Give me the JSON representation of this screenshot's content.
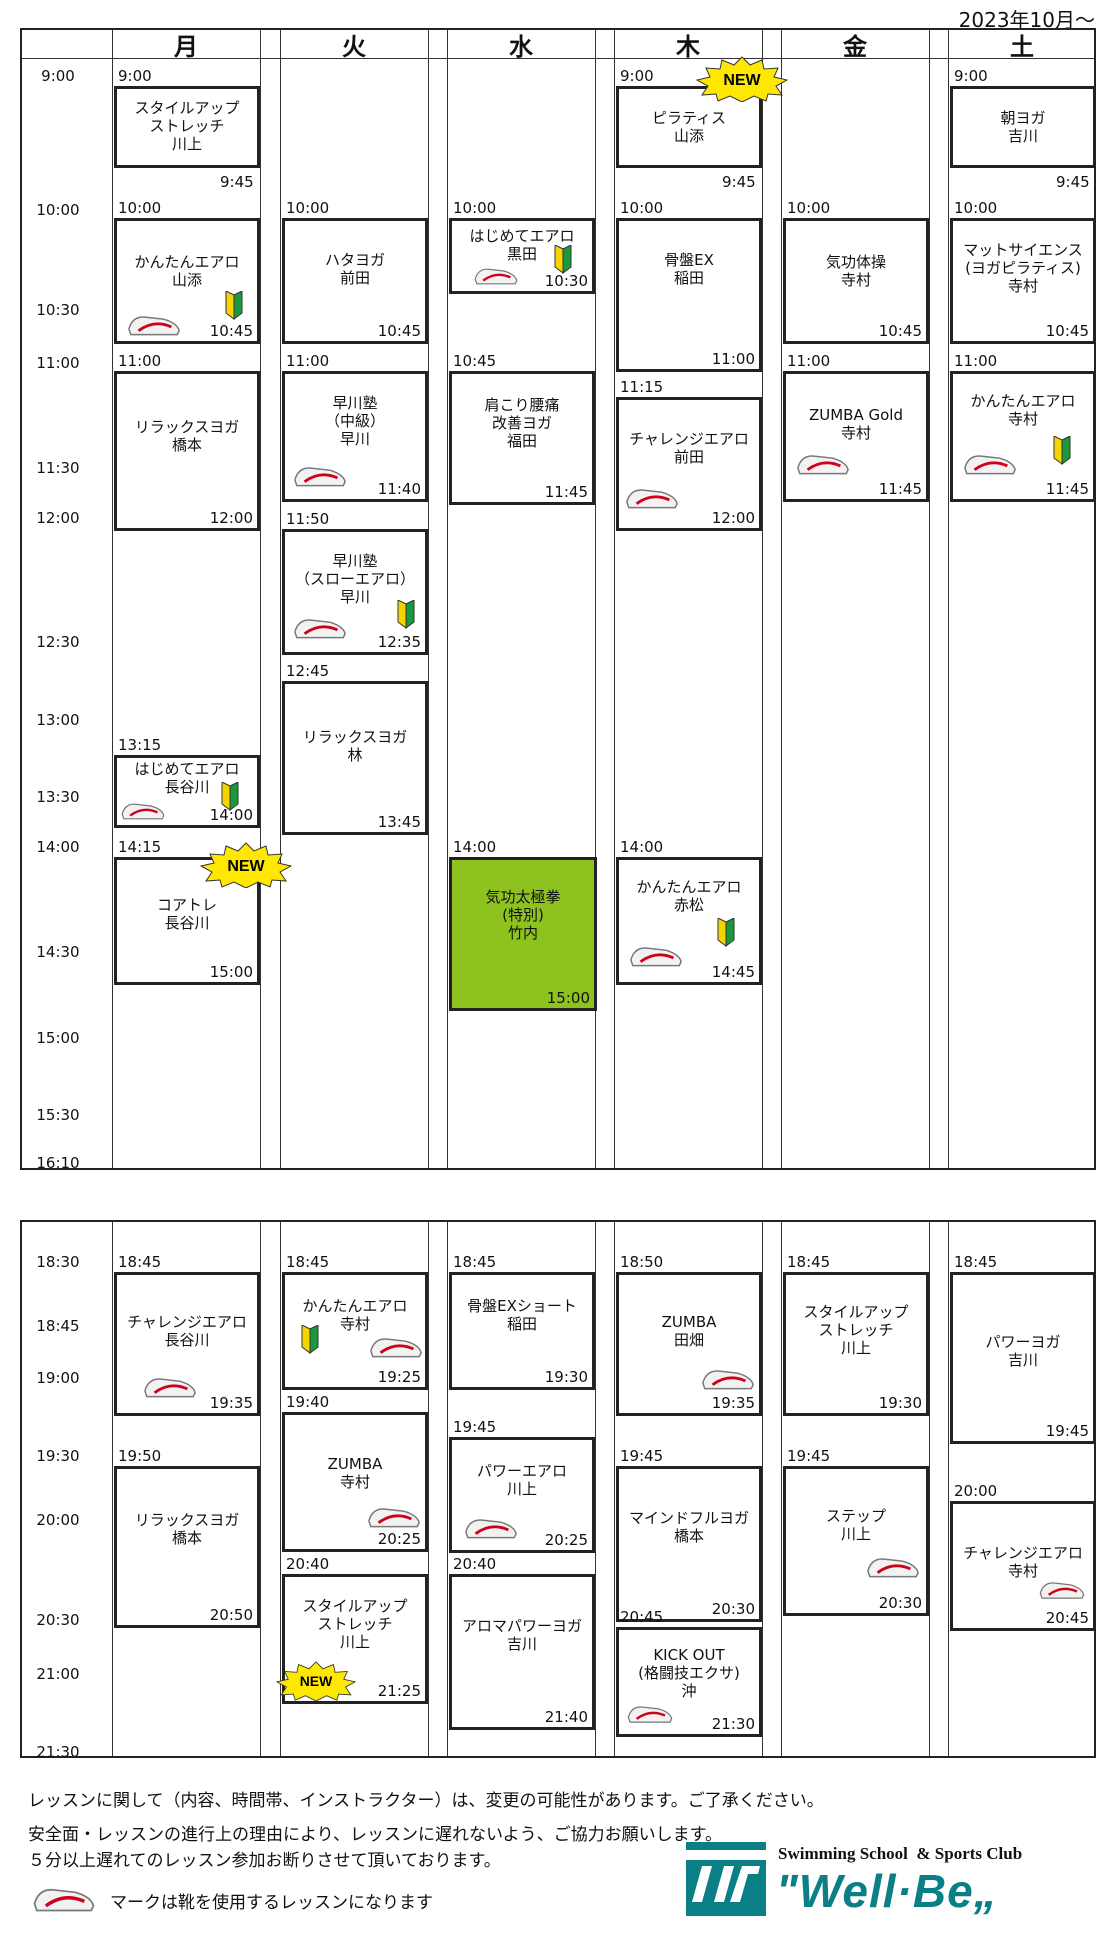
{
  "period": "2023年10月～",
  "days": [
    "月",
    "火",
    "水",
    "木",
    "金",
    "土"
  ],
  "morning_times": [
    "9:00",
    "10:00",
    "10:30",
    "11:00",
    "11:30",
    "12:00",
    "12:30",
    "13:00",
    "13:30",
    "14:00",
    "14:30",
    "15:00",
    "15:30",
    "16:10"
  ],
  "evening_times": [
    "18:30",
    "18:45",
    "19:00",
    "19:30",
    "20:00",
    "20:30",
    "21:00",
    "21:30"
  ],
  "classes": [
    {
      "start": "9:00",
      "name": "スタイルアップ\nストレッチ\n川上",
      "end": "9:45"
    },
    {
      "start": "10:00",
      "name": "かんたんエアロ\n山添",
      "end": "10:45"
    },
    {
      "start": "11:00",
      "name": "リラックスヨガ\n橋本",
      "end": "12:00"
    },
    {
      "start": "13:15",
      "name": "はじめてエアロ\n長谷川",
      "end": "14:00"
    },
    {
      "start": "14:15",
      "name": "コアトレ\n長谷川",
      "end": "15:00"
    },
    {
      "start": "10:00",
      "name": "ハタヨガ\n前田",
      "end": "10:45"
    },
    {
      "start": "11:00",
      "name": "早川塾\n（中級）\n早川",
      "end": "11:40"
    },
    {
      "start": "11:50",
      "name": "早川塾\n（スローエアロ）\n早川",
      "end": "12:35"
    },
    {
      "start": "12:45",
      "name": "リラックスヨガ\n林",
      "end": "13:45"
    },
    {
      "start": "10:00",
      "name": "はじめてエアロ\n黒田",
      "end": "10:30"
    },
    {
      "start": "10:45",
      "name": "肩こり腰痛\n改善ヨガ\n福田",
      "end": "11:45"
    },
    {
      "start": "14:00",
      "name": "気功太極拳\n(特別)\n竹内",
      "end": "15:00"
    },
    {
      "start": "9:00",
      "name": "ピラティス\n山添",
      "end": "9:45"
    },
    {
      "start": "10:00",
      "name": "骨盤EX\n稲田",
      "end": "11:00"
    },
    {
      "start": "11:15",
      "name": "チャレンジエアロ\n前田",
      "end": "12:00"
    },
    {
      "start": "14:00",
      "name": "かんたんエアロ\n赤松",
      "end": "14:45"
    },
    {
      "start": "10:00",
      "name": "気功体操\n寺村",
      "end": "10:45"
    },
    {
      "start": "11:00",
      "name": "ZUMBA Gold\n寺村",
      "end": "11:45"
    },
    {
      "start": "9:00",
      "name": "朝ヨガ\n吉川",
      "end": "9:45"
    },
    {
      "start": "10:00",
      "name": "マットサイエンス\n(ヨガピラティス)\n寺村",
      "end": "10:45"
    },
    {
      "start": "11:00",
      "name": "かんたんエアロ\n寺村",
      "end": "11:45"
    },
    {
      "start": "18:45",
      "name": "チャレンジエアロ\n長谷川",
      "end": "19:35"
    },
    {
      "start": "19:50",
      "name": "リラックスヨガ\n橋本",
      "end": "20:50"
    },
    {
      "start": "18:45",
      "name": "かんたんエアロ\n寺村",
      "end": "19:25"
    },
    {
      "start": "19:40",
      "name": "ZUMBA\n寺村",
      "end": "20:25"
    },
    {
      "start": "20:40",
      "name": "スタイルアップ\nストレッチ\n川上",
      "end": "21:25"
    },
    {
      "start": "18:45",
      "name": "骨盤EXショート\n稲田",
      "end": "19:30"
    },
    {
      "start": "19:45",
      "name": "パワーエアロ\n川上",
      "end": "20:25"
    },
    {
      "start": "20:40",
      "name": "アロマパワーヨガ\n吉川",
      "end": "21:40"
    },
    {
      "start": "18:50",
      "name": "ZUMBA\n田畑",
      "end": "19:35"
    },
    {
      "start": "19:45",
      "name": "マインドフルヨガ\n橋本",
      "end": "20:30"
    },
    {
      "start": "20:45",
      "name": "KICK OUT\n(格闘技エクサ)\n沖",
      "end": "21:30"
    },
    {
      "start": "18:45",
      "name": "スタイルアップ\nストレッチ\n川上",
      "end": "19:30"
    },
    {
      "start": "19:45",
      "name": "ステップ\n川上",
      "end": "20:30"
    },
    {
      "start": "18:45",
      "name": "パワーヨガ\n吉川",
      "end": "19:45"
    },
    {
      "start": "20:00",
      "name": "チャレンジエアロ\n寺村",
      "end": "20:45"
    }
  ],
  "badges": {
    "new": "NEW"
  },
  "footer": {
    "line1": "レッスンに関して（内容、時間帯、インストラクター）は、変更の可能性があります。ご了承ください。",
    "line2": "安全面・レッスンの進行上の理由により、レッスンに遅れないよう、ご協力お願いします。",
    "line3": "５分以上遅れてのレッスン参加お断りさせて頂いております。",
    "legend": "マークは靴を使用するレッスンになります"
  },
  "logo": {
    "tagline": "Swimming School  & Sports Club",
    "name": "\"Well·Be„"
  },
  "colors": {
    "green": "#8dc21f",
    "new_badge": "#ffe800",
    "border": "#222222"
  }
}
